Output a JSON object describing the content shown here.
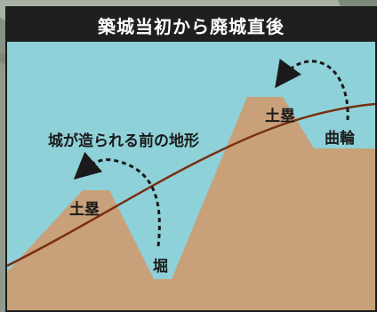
{
  "title": "築城当初から廃城直後",
  "labels": {
    "original_terrain": "城が造られる前の地形",
    "dorui_left": "土塁",
    "dorui_right": "土塁",
    "moat": "堀",
    "kuruwa": "曲輪"
  },
  "colors": {
    "sky": "#8fd1d8",
    "earth": "#c8a07a",
    "terrain_line": "#7a2e12",
    "arrow": "#1a1a1a",
    "title_bg": "#1f1f1f",
    "title_text": "#ffffff"
  }
}
